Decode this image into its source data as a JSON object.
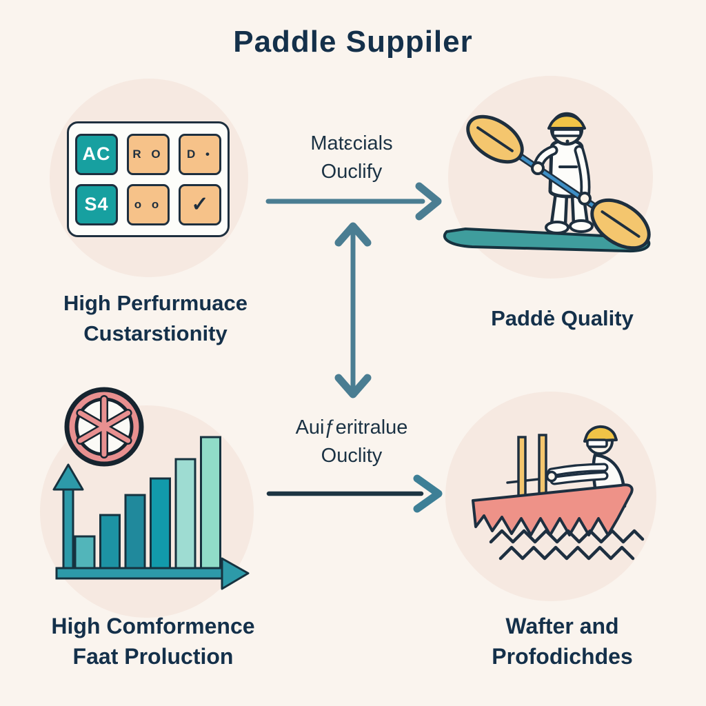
{
  "title": "Paddle Suppiler",
  "labels": {
    "top_left_line1": "High Perfurmuace",
    "top_left_line2": "Custarstionity",
    "top_right": "Paddė Quality",
    "bottom_left_line1": "High Comformence",
    "bottom_left_line2": "Faat Proluction",
    "bottom_right_line1": "Wafter and",
    "bottom_right_line2": "Profodichdes"
  },
  "connectors": {
    "top_line1": "Matεcials",
    "top_line2": "Ouclify",
    "middle_line1": "Auiƒeritralue",
    "middle_line2": "Ouclity"
  },
  "keypad": {
    "keys": [
      {
        "label": "AC",
        "style": "teal"
      },
      {
        "label": "R O",
        "style": "orange"
      },
      {
        "label": "D •",
        "style": "orange"
      },
      {
        "label": "S4",
        "style": "teal"
      },
      {
        "label": "o o",
        "style": "orange"
      },
      {
        "label": "✓",
        "style": "orange"
      }
    ]
  },
  "icons": {
    "top_left": "calculator-keypad",
    "top_right": "paddleboarder-on-board",
    "bottom_left_badge": "spoked-wheel",
    "bottom_left": "growth-bar-chart",
    "bottom_right": "worker-rowing-boat",
    "connector_top": "right-arrow",
    "connector_middle": "vertical-double-arrow",
    "connector_bottom": "right-arrow"
  },
  "chart_icon": {
    "type": "bar",
    "heights": [
      46,
      77,
      106,
      130,
      158,
      190
    ],
    "colors": [
      "#52b5ba",
      "#1d93a4",
      "#20899c",
      "#129aab",
      "#9edcd2",
      "#90dcc8"
    ]
  },
  "colors": {
    "background": "#faf4ee",
    "circle_bg": "#f6e9e1",
    "navy_text": "#14304a",
    "outline_navy": "#1e2f3e",
    "slate_arrow": "#4a7d92",
    "dark_arrow_line": "#1d3442",
    "teal_key": "#17a0a0",
    "orange_key": "#f6c289",
    "board_teal": "#3f9d9d",
    "paddle_yellow": "#f4c66e",
    "helmet_yellow": "#f0c447",
    "shaft_blue": "#3e8ec4",
    "boat_salmon": "#ee9288",
    "wheel_pink": "#e89090",
    "axis_teal": "#2d9aa9"
  }
}
